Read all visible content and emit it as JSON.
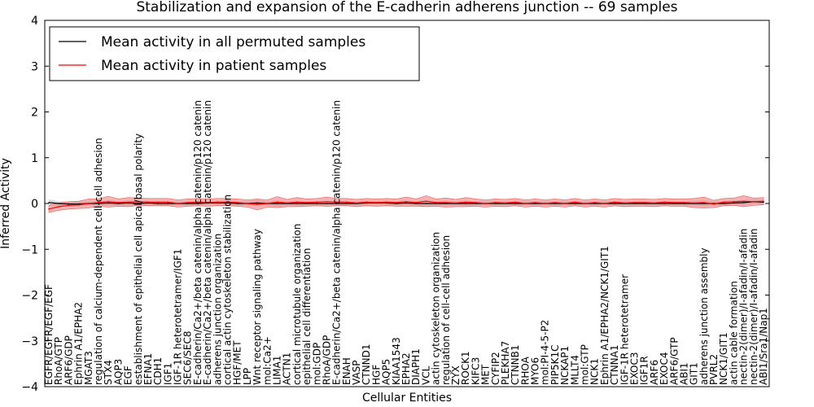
{
  "chart_data": {
    "type": "line",
    "title": "Stabilization and expansion of the E-cadherin adherens junction -- 69 samples",
    "xlabel": "Cellular Entities",
    "ylabel": "Inferred Activity",
    "ylim": [
      -4,
      4
    ],
    "yticks": [
      -4,
      -3,
      -2,
      -1,
      0,
      1,
      2,
      3,
      4
    ],
    "grid": false,
    "legend_position": "top-left",
    "categories": [
      "EGFR/EGFR/EGF/EGF",
      "RhoA/GTP",
      "ARF6/GDP",
      "Ephrin A1/EPHA2",
      "MGAT3",
      "regulation of calcium-dependent cell-cell adhesion",
      "STX4",
      "AQP3",
      "EGF",
      "establishment of epithelial cell apical/basal polarity",
      "EFNA1",
      "CDH1",
      "IGF1",
      "IGF-1R heterotetramer/IGF1",
      "SEC6/SEC8",
      "E-cadherin/Ca2+/beta catenin/alpha catenin/p120 catenin",
      "E-cadherin/Ca2+/beta catenin/alpha catenin/p120 catenin",
      "adherens junction organization",
      "cortical actin cytoskeleton stabilization",
      "HGF/MET",
      "LPP",
      "Wnt receptor signaling pathway",
      "mol:Ca2+",
      "LIMA1",
      "ACTN1",
      "cortical microtubule organization",
      "epithelial cell differentiation",
      "mol:GDP",
      "RhoA/GDP",
      "E-cadherin/Ca2+/beta catenin/alpha catenin/p120 catenin",
      "ENAH",
      "VASP",
      "CTNND1",
      "HGF",
      "AQP5",
      "KIAA1543",
      "EPHA2",
      "DIAPH1",
      "VCL",
      "actin cytoskeleton organization",
      "regulation of cell-cell adhesion",
      "ZYX",
      "ROCK1",
      "KIFC3",
      "MET",
      "CYFIP2",
      "PLEKHA7",
      "CTNNB1",
      "RHOA",
      "MYO6",
      "mol:PI-4-5-P2",
      "PIP5K1C",
      "NCKAP1",
      "MLLT4",
      "mol:GTP",
      "NCK1",
      "Ephrin A1/EPHA2/NCK1/GIT1",
      "CTNNA1",
      "IGF-1R heterotetramer",
      "EXOC3",
      "IGF1R",
      "ARF6",
      "EXOC4",
      "ARF6/GTP",
      "ABI1",
      "GIT1",
      "adherens junction assembly",
      "PVRL2",
      "NCK1/GIT1",
      "actin cable formation",
      "nectin-2(dimer)/I-afadin/I-afadin",
      "nectin-2(dimer)/I-afadin/I-afadin",
      "ABI1/Sra1/Nap1"
    ],
    "series": [
      {
        "name": "Mean activity in all permuted samples",
        "color": "#000000",
        "band_color": "#bbbbbb",
        "values": [
          0.02,
          0.0,
          -0.01,
          -0.01,
          0.0,
          0.0,
          0.01,
          0.0,
          0.01,
          0.0,
          0.01,
          0.0,
          0.0,
          0.0,
          0.0,
          0.0,
          0.01,
          0.01,
          0.01,
          0.0,
          0.0,
          0.01,
          0.0,
          0.0,
          0.0,
          0.0,
          0.0,
          0.0,
          0.0,
          0.0,
          0.0,
          0.0,
          0.01,
          0.01,
          0.01,
          0.0,
          0.01,
          0.0,
          0.0,
          0.0,
          0.0,
          0.0,
          0.0,
          0.0,
          0.0,
          0.0,
          0.0,
          0.0,
          0.0,
          0.0,
          0.0,
          0.0,
          0.0,
          0.0,
          0.0,
          0.0,
          0.0,
          0.0,
          0.0,
          0.0,
          0.0,
          0.0,
          0.0,
          0.0,
          0.0,
          0.0,
          0.0,
          0.0,
          0.0,
          0.01,
          0.02,
          0.04,
          0.03
        ],
        "band": [
          0.07,
          0.05,
          0.05,
          0.05,
          0.05,
          0.05,
          0.06,
          0.05,
          0.06,
          0.05,
          0.05,
          0.05,
          0.05,
          0.05,
          0.05,
          0.05,
          0.05,
          0.05,
          0.05,
          0.05,
          0.05,
          0.07,
          0.05,
          0.07,
          0.05,
          0.06,
          0.05,
          0.05,
          0.05,
          0.05,
          0.05,
          0.05,
          0.05,
          0.05,
          0.05,
          0.05,
          0.05,
          0.05,
          0.07,
          0.05,
          0.06,
          0.05,
          0.06,
          0.05,
          0.05,
          0.05,
          0.05,
          0.05,
          0.05,
          0.05,
          0.05,
          0.05,
          0.05,
          0.05,
          0.05,
          0.05,
          0.05,
          0.05,
          0.05,
          0.05,
          0.05,
          0.05,
          0.05,
          0.05,
          0.05,
          0.06,
          0.07,
          0.05,
          0.05,
          0.05,
          0.06,
          0.05,
          0.05
        ]
      },
      {
        "name": "Mean activity in patient samples",
        "color": "#ff0000",
        "band_color": "#f08080",
        "values": [
          -0.12,
          -0.07,
          -0.04,
          -0.03,
          0.0,
          0.02,
          0.04,
          0.02,
          0.03,
          0.04,
          0.03,
          0.03,
          0.03,
          0.0,
          0.02,
          0.03,
          0.02,
          0.03,
          0.03,
          0.02,
          0.0,
          -0.02,
          0.0,
          0.03,
          0.01,
          0.03,
          0.02,
          0.03,
          0.04,
          0.03,
          0.03,
          0.01,
          0.03,
          0.02,
          0.03,
          0.02,
          0.04,
          0.02,
          0.05,
          0.02,
          0.02,
          0.01,
          0.03,
          0.02,
          0.0,
          0.02,
          0.01,
          0.03,
          0.0,
          0.02,
          0.0,
          0.02,
          0.0,
          0.03,
          0.0,
          0.02,
          0.0,
          0.03,
          0.01,
          0.02,
          0.02,
          0.01,
          0.03,
          0.02,
          0.02,
          0.01,
          0.02,
          -0.01,
          0.03,
          0.04,
          0.05,
          0.04,
          0.05
        ],
        "band": [
          0.08,
          0.08,
          0.08,
          0.08,
          0.1,
          0.08,
          0.12,
          0.08,
          0.1,
          0.08,
          0.08,
          0.08,
          0.08,
          0.08,
          0.08,
          0.08,
          0.08,
          0.08,
          0.08,
          0.08,
          0.08,
          0.12,
          0.08,
          0.12,
          0.08,
          0.1,
          0.08,
          0.08,
          0.1,
          0.08,
          0.08,
          0.08,
          0.08,
          0.08,
          0.08,
          0.08,
          0.1,
          0.08,
          0.12,
          0.08,
          0.1,
          0.08,
          0.1,
          0.08,
          0.08,
          0.08,
          0.08,
          0.08,
          0.08,
          0.08,
          0.08,
          0.08,
          0.08,
          0.08,
          0.08,
          0.08,
          0.08,
          0.08,
          0.08,
          0.08,
          0.08,
          0.08,
          0.08,
          0.08,
          0.08,
          0.1,
          0.12,
          0.08,
          0.08,
          0.08,
          0.12,
          0.08,
          0.08
        ]
      }
    ]
  }
}
